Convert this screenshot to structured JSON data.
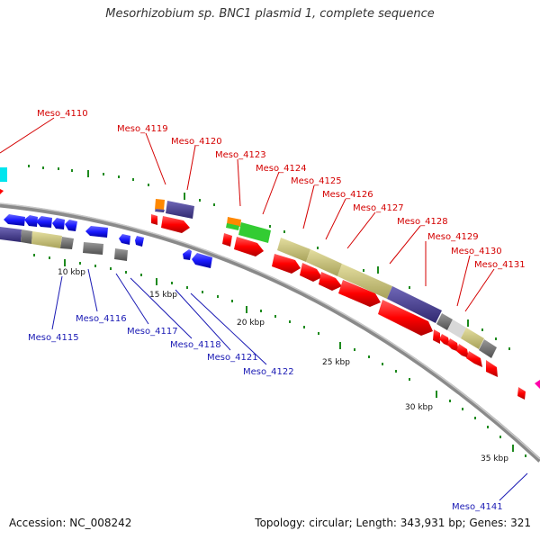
{
  "title": "Mesorhizobium sp. BNC1 plasmid 1, complete sequence",
  "accession": "Accession: NC_008242",
  "topology": "Topology: circular; Length: 343,931 bp; Genes: 321",
  "kbp_ticks": [
    "10 kbp",
    "15 kbp",
    "20 kbp",
    "25 kbp",
    "30 kbp",
    "35 kbp"
  ],
  "labels_forward": [
    "Meso_4110",
    "Meso_4119",
    "Meso_4120",
    "Meso_4123",
    "Meso_4124",
    "Meso_4125",
    "Meso_4126",
    "Meso_4127",
    "Meso_4128",
    "Meso_4129",
    "Meso_4130",
    "Meso_4131"
  ],
  "labels_reverse": [
    "Meso_4115",
    "Meso_4116",
    "Meso_4117",
    "Meso_4118",
    "Meso_4121",
    "Meso_4122",
    "Meso_4141"
  ],
  "colors": {
    "forward_gene": "#ff0000",
    "reverse_gene": "#1a1aff",
    "khaki_feature": "#c8c27a",
    "slate_feature": "#4a4090",
    "grey_feature": "#707070",
    "green_feature": "#33cc33",
    "orange_feature": "#ff8800",
    "cyan_feature": "#00e5ee",
    "magenta_feature": "#ff00aa",
    "backbone": "#888888",
    "tick": "#1e8a1e",
    "forward_label": "#d40000",
    "reverse_label": "#1a1ab4"
  }
}
